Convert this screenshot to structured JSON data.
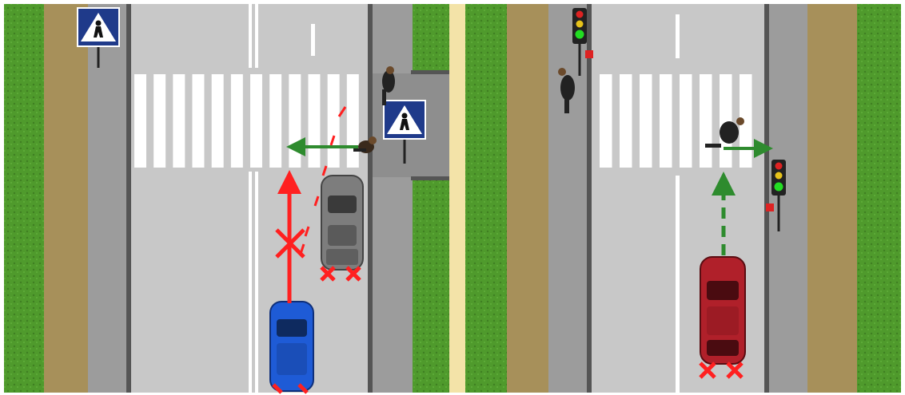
{
  "scene": {
    "colors": {
      "grass": "#4f9a2c",
      "grass_dark": "#3f7f22",
      "dirt": "#a7905a",
      "sidewalk": "#9c9c9c",
      "curb": "#555555",
      "road": "#c8c8c8",
      "divider": "#f3e3a8",
      "marking": "#ffffff",
      "sign_blue": "#1f3a8a",
      "violation_red": "#ff2020",
      "allowed_green": "#2e8b2e",
      "car_blue": "#1e5bd6",
      "car_gray": "#7d7d7d",
      "car_red": "#b0202a"
    },
    "left_panel": {
      "sign_near": {
        "icon": "pedestrian-crossing-sign-icon"
      },
      "sign_far": {
        "icon": "pedestrian-crossing-sign-icon"
      },
      "crossing": {
        "stripe_count": 12
      },
      "pedestrian_walking": {
        "direction": "left"
      },
      "pedestrian_standing": {
        "icon": "pedestrian-icon"
      },
      "blue_car": {
        "state": "moving",
        "path": "overtaking"
      },
      "gray_car": {
        "state": "stopped"
      },
      "violation_marker": {
        "icon": "cross-icon"
      }
    },
    "right_panel": {
      "traffic_light_top": {
        "signal": "green"
      },
      "traffic_light_side": {
        "signal": "green"
      },
      "crossing": {
        "stripe_count": 8
      },
      "pedestrian_walking": {
        "direction": "right"
      },
      "pedestrian_standing": {
        "icon": "pedestrian-icon"
      },
      "red_car": {
        "state": "stopped",
        "path": "straight"
      },
      "allowed_marker": {
        "icon": "dashed-arrow-icon"
      }
    }
  }
}
